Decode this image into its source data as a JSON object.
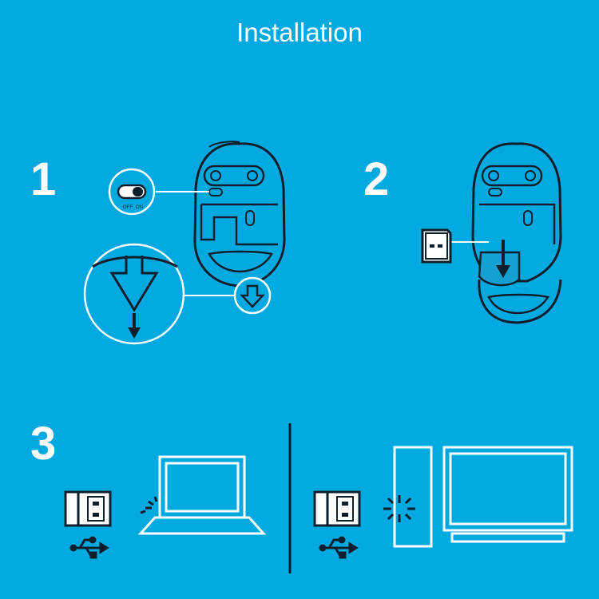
{
  "title": "Installation",
  "steps": {
    "one": "1",
    "two": "2",
    "three": "3"
  },
  "switch": {
    "off_label": "OFF",
    "on_label": "ON"
  },
  "colors": {
    "background": "#00a9e0",
    "line_dark": "#0d1f2d",
    "line_white": "#ffffff"
  },
  "icons": [
    "mouse-icon",
    "power-switch-icon",
    "usb-receiver-icon",
    "usb-symbol-icon",
    "laptop-icon",
    "desktop-computer-icon",
    "arrow-down-icon"
  ]
}
